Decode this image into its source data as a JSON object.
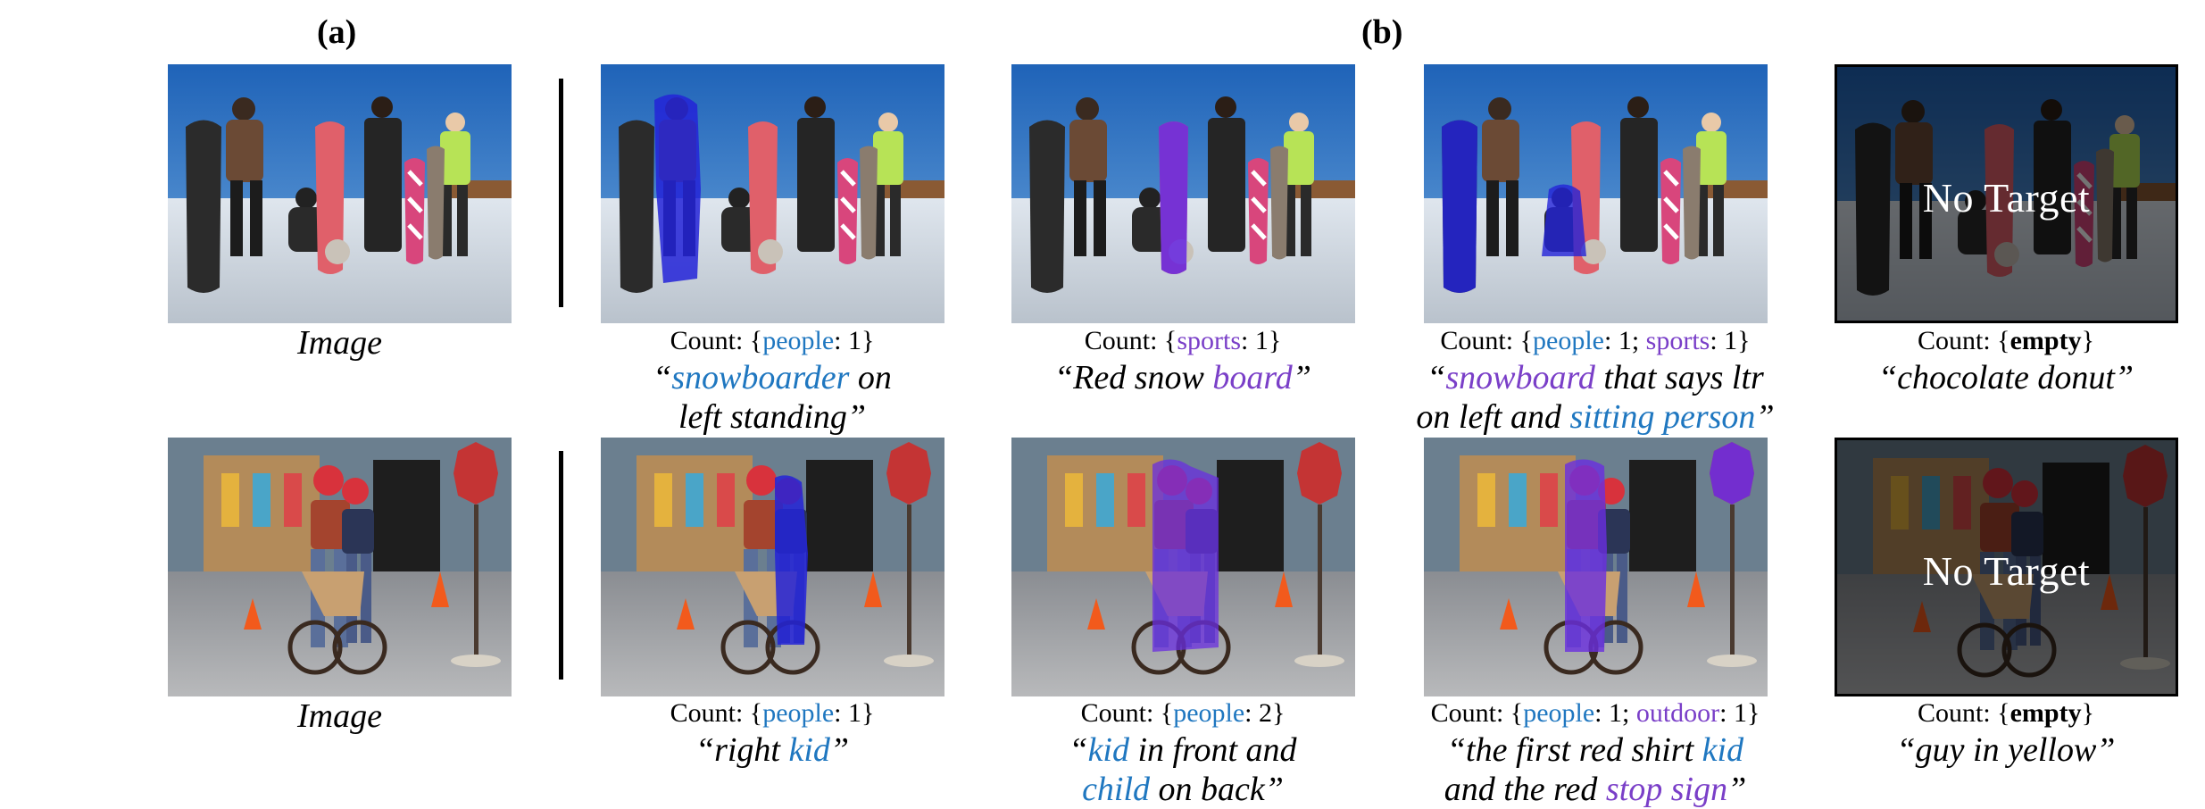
{
  "labels": {
    "a": "(a)",
    "b": "(b)"
  },
  "colors": {
    "people": "#1f77c0",
    "purple_class": "#7a3fc8",
    "mask_blue": "#2323d8",
    "mask_purple": "#6a2ee0"
  },
  "image_caption": "Image",
  "no_target_text": "No Target",
  "rows": [
    {
      "cells": [
        {
          "count_prefix": "Count: {",
          "count_key": "people",
          "count_sep": ": 1}",
          "phrase_parts": [
            "“",
            "snowboarder",
            " on",
            "left standing”"
          ]
        },
        {
          "count_prefix": "Count: {",
          "count_key": "sports",
          "count_sep": ": 1}",
          "phrase_parts": [
            "“Red snow ",
            "board",
            "”"
          ]
        },
        {
          "count_prefix": "Count: {",
          "count_key": "people",
          "count_mid": ": 1; ",
          "count_key2": "sports",
          "count_sep": ": 1}",
          "phrase_parts": [
            "“",
            "snowboard",
            " that says ltr",
            "on left and ",
            "sitting person",
            "”"
          ]
        },
        {
          "count_prefix": "Count: {",
          "count_key": "empty",
          "count_sep": "}",
          "phrase": "“chocolate donut”"
        }
      ]
    },
    {
      "cells": [
        {
          "count_prefix": "Count: {",
          "count_key": "people",
          "count_sep": ": 1}",
          "phrase_parts": [
            "“right ",
            "kid",
            "”"
          ]
        },
        {
          "count_prefix": "Count: {",
          "count_key": "people",
          "count_sep": ": 2}",
          "phrase_parts": [
            "“",
            "kid",
            " in front and",
            "child",
            " on back”"
          ]
        },
        {
          "count_prefix": "Count: {",
          "count_key": "people",
          "count_mid": ": 1; ",
          "count_key2": "outdoor",
          "count_sep": ": 1}",
          "phrase_parts": [
            "“the first red shirt ",
            "kid",
            "and the red ",
            "stop sign",
            "”"
          ]
        },
        {
          "count_prefix": "Count: {",
          "count_key": "empty",
          "count_sep": "}",
          "phrase": "“guy in yellow”"
        }
      ]
    }
  ]
}
